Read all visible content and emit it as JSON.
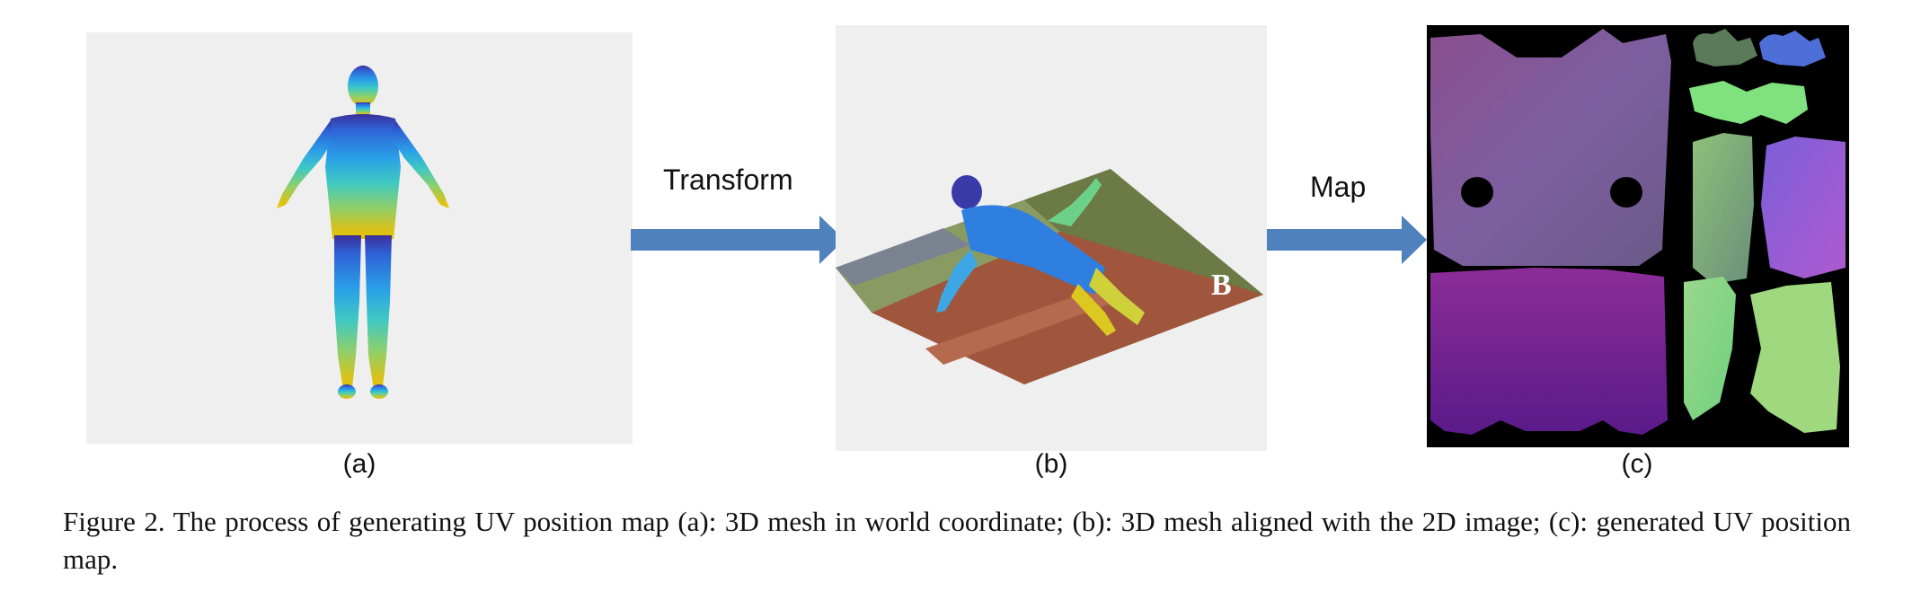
{
  "figure": {
    "panels": [
      {
        "id": "a",
        "label": "(a)"
      },
      {
        "id": "b",
        "label": "(b)"
      },
      {
        "id": "c",
        "label": "(c)"
      }
    ],
    "arrows": [
      {
        "label": "Transform",
        "color": "#4f81bd"
      },
      {
        "label": "Map",
        "color": "#4f81bd"
      }
    ],
    "caption_prefix": "Figure 2.",
    "caption": "The process of generating UV position map (a): 3D mesh in world coordinate; (b): 3D mesh aligned with the 2D image; (c): generated UV position map.",
    "image_overlay_letter": "B"
  }
}
